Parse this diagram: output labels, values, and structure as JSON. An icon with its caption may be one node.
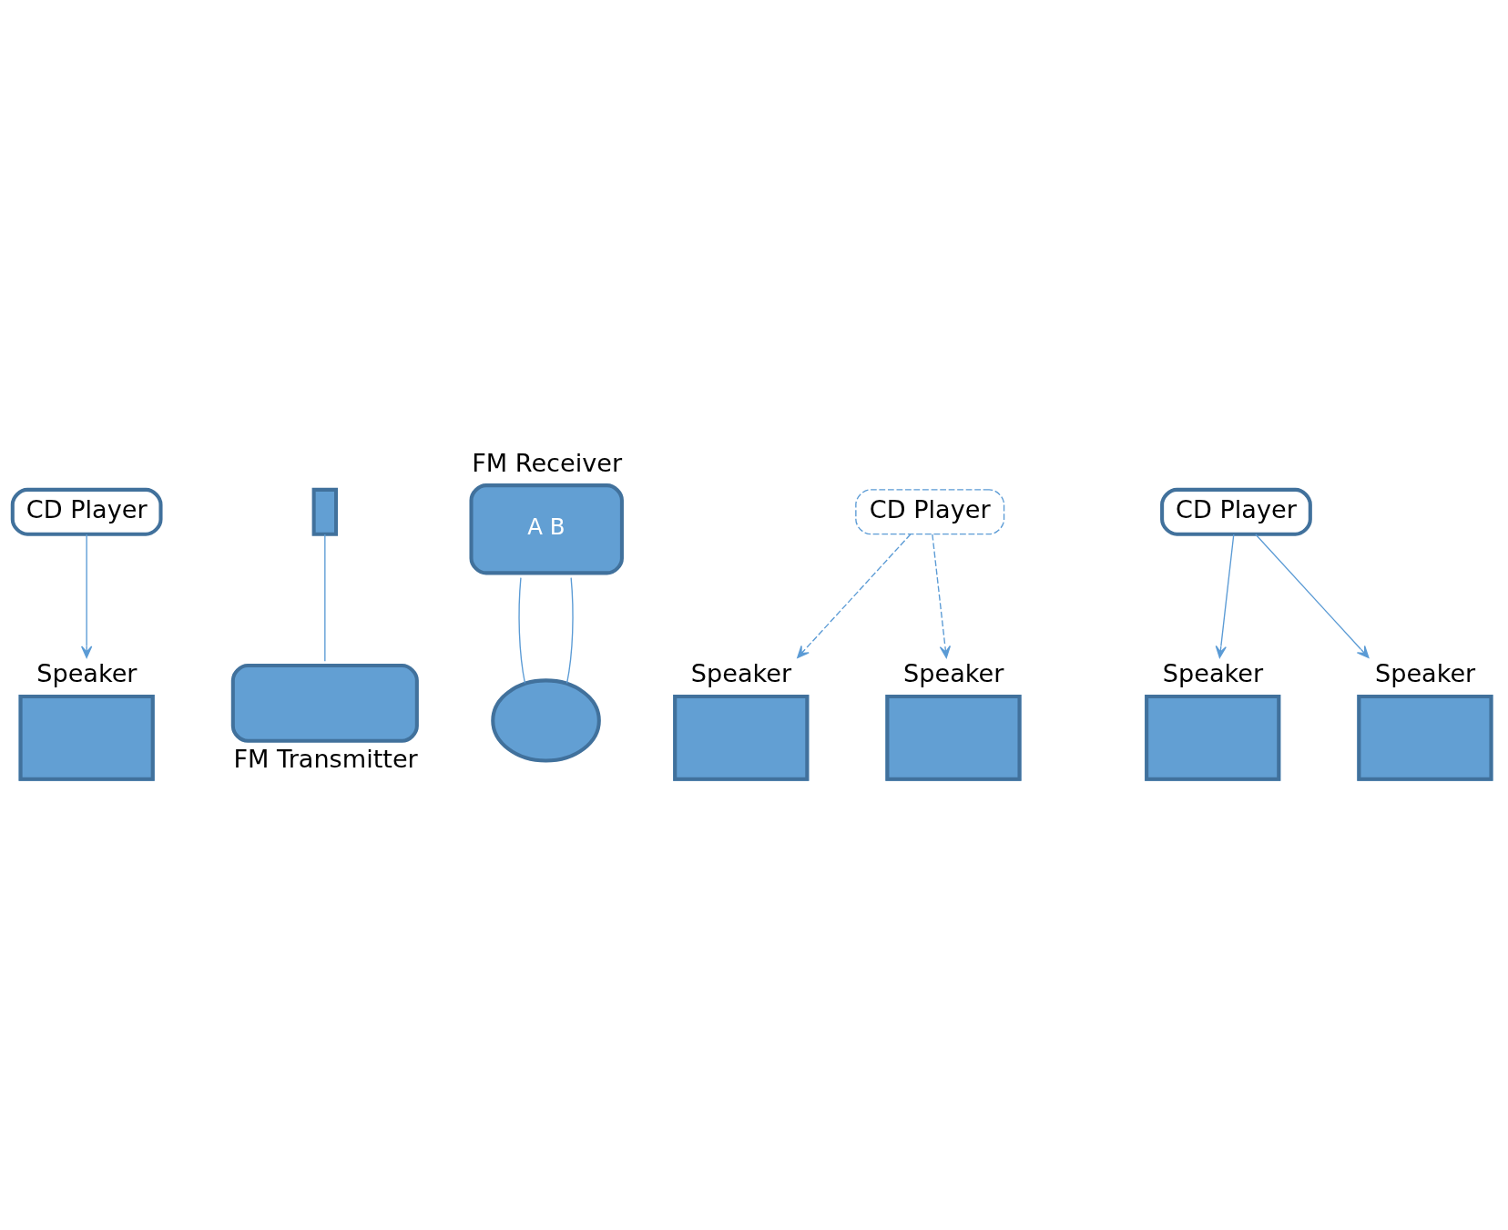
{
  "diagram": {
    "nodes": [
      {
        "text": [
          "CD Player"
        ]
      },
      {
        "text": [
          "Speaker"
        ]
      },
      {
        "text": [],
        "shape": "bar"
      },
      {
        "text": [
          "FM Transmitter"
        ]
      },
      {
        "text": [
          "FM Receiver",
          "A B"
        ]
      },
      {
        "text": [],
        "shape": "circle"
      },
      {
        "text": [
          "Speaker"
        ]
      },
      {
        "text": [
          "Speaker"
        ]
      },
      {
        "text": [
          "CD Player"
        ]
      },
      {
        "text": [
          "CD Player"
        ]
      },
      {
        "text": [
          "Speaker"
        ]
      },
      {
        "text": [
          "Speaker"
        ]
      }
    ],
    "edges": [
      {
        "from": 0,
        "to": 1,
        "arrow": "to"
      },
      {
        "from": 2,
        "to": 3,
        "arrow": "none"
      },
      {
        "from": 4,
        "to": 5,
        "arrow": "none"
      },
      {
        "from": 5,
        "to": 4,
        "arrow": "none"
      },
      {
        "from": 8,
        "to": 6,
        "arrow": "to",
        "style": "dashed"
      },
      {
        "from": 8,
        "to": 11,
        "arrow": "to",
        "style": "dashed"
      },
      {
        "from": 9,
        "to": 7,
        "arrow": "to"
      },
      {
        "from": 9,
        "to": 10,
        "arrow": "to"
      }
    ]
  }
}
